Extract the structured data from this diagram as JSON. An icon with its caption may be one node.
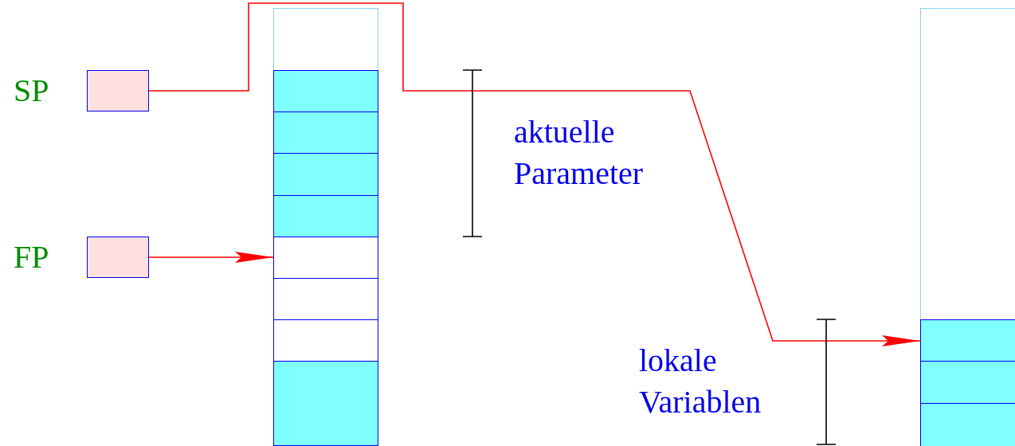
{
  "diagram": {
    "nodes": [
      {
        "text": [
          "SP"
        ]
      },
      {
        "text": [
          "FP"
        ]
      },
      {
        "text": [],
        "shape": "box"
      },
      {
        "text": [],
        "shape": "box"
      },
      {
        "text": [],
        "shape": "box"
      },
      {
        "text": [],
        "shape": "box"
      },
      {
        "text": [],
        "shape": "box"
      },
      {
        "text": [],
        "shape": "box"
      },
      {
        "text": [],
        "shape": "box"
      },
      {
        "text": [],
        "shape": "box"
      },
      {
        "text": [],
        "shape": "box"
      },
      {
        "text": [],
        "shape": "box"
      },
      {
        "text": [],
        "shape": "box"
      },
      {
        "text": [],
        "shape": "box"
      },
      {
        "text": [],
        "shape": "box"
      }
    ],
    "edges": [
      {
        "from": 0,
        "to": 12,
        "arrow": "to"
      },
      {
        "from": 1,
        "to": 7,
        "arrow": "to"
      }
    ],
    "labels": [
      "aktuelle Parameter",
      "lokale Variablen"
    ]
  }
}
